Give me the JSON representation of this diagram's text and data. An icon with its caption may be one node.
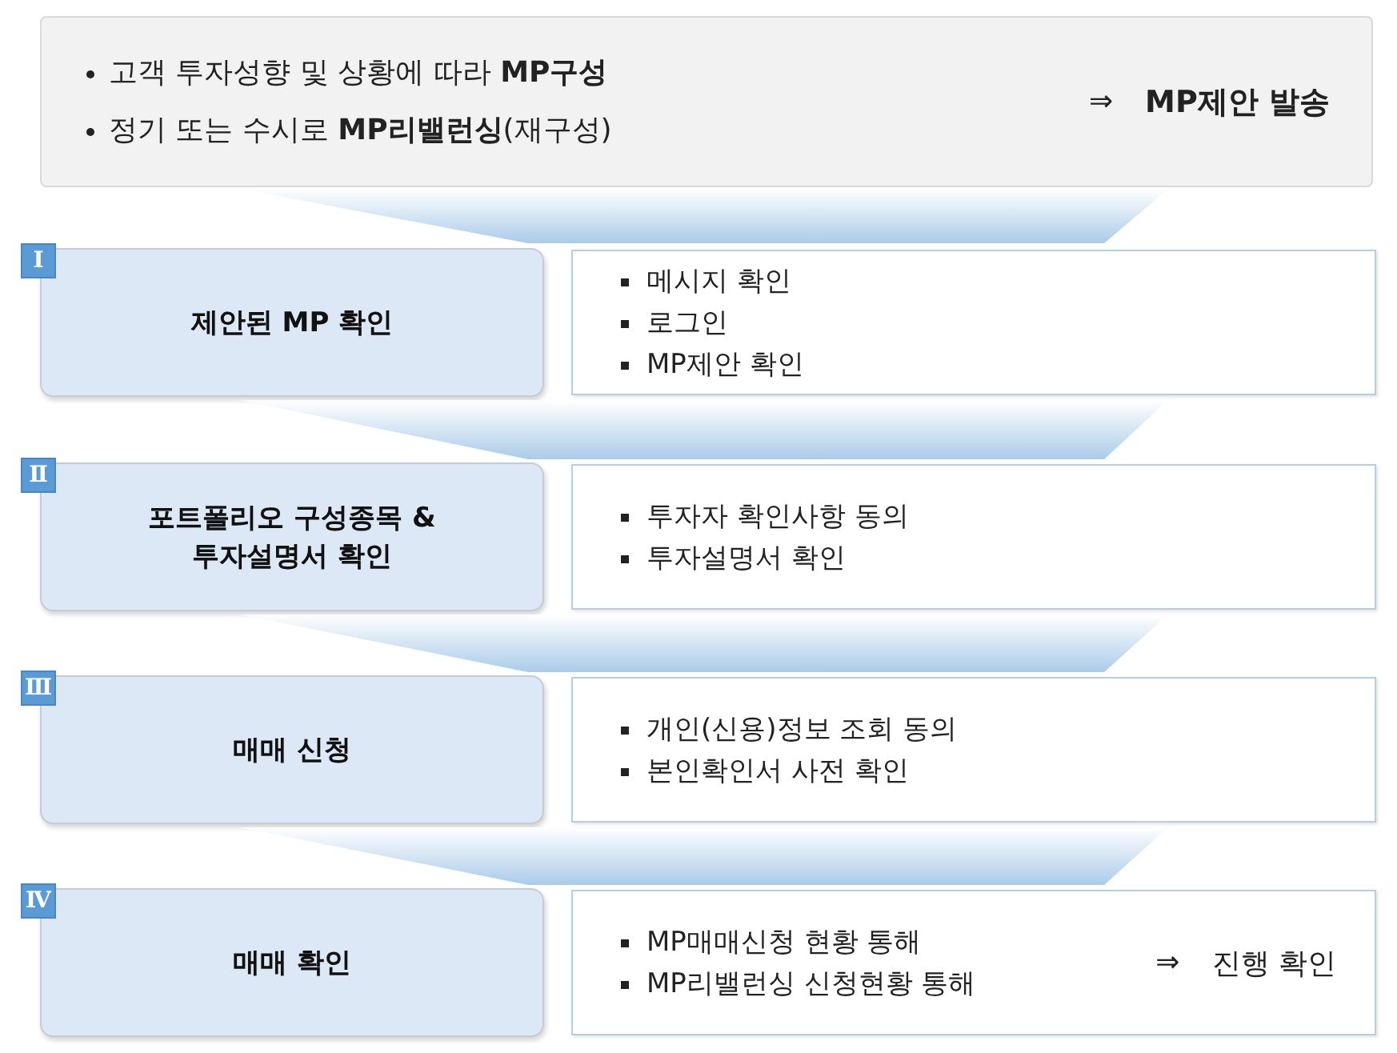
{
  "diagram": {
    "nodes": [
      {
        "text": [
          "고객 투자성향 및 상황에 따라 **MP구성**",
          "정기 또는 수시로 **MP리밸런싱**(재구성)",
          "⇒",
          "**MP제안 발송**"
        ]
      },
      {
        "text": [],
        "shape": "band"
      },
      {
        "text": [
          "제안된 MP 확인"
        ],
        "beside": [
          "Ⅰ"
        ]
      },
      {
        "text": [
          "메시지 확인",
          "로그인",
          "MP제안 확인"
        ]
      },
      {
        "text": [],
        "shape": "band"
      },
      {
        "text": [
          "포트폴리오 구성종목 & 투자설명서 확인"
        ],
        "beside": [
          "Ⅱ"
        ]
      },
      {
        "text": [
          "투자자 확인사항 동의",
          "투자설명서 확인"
        ]
      },
      {
        "text": [],
        "shape": "band"
      },
      {
        "text": [
          "매매 신청"
        ],
        "beside": [
          "Ⅲ"
        ]
      },
      {
        "text": [
          "개인(신용)정보 조회 동의",
          "본인확인서 사전 확인"
        ]
      },
      {
        "text": [],
        "shape": "band"
      },
      {
        "text": [
          "매매 확인"
        ],
        "beside": [
          "Ⅳ"
        ]
      },
      {
        "text": [
          "MP매매신청 현황 통해",
          "MP리밸런싱 신청현황 통해",
          "⇒",
          "진행 확인"
        ]
      }
    ]
  }
}
